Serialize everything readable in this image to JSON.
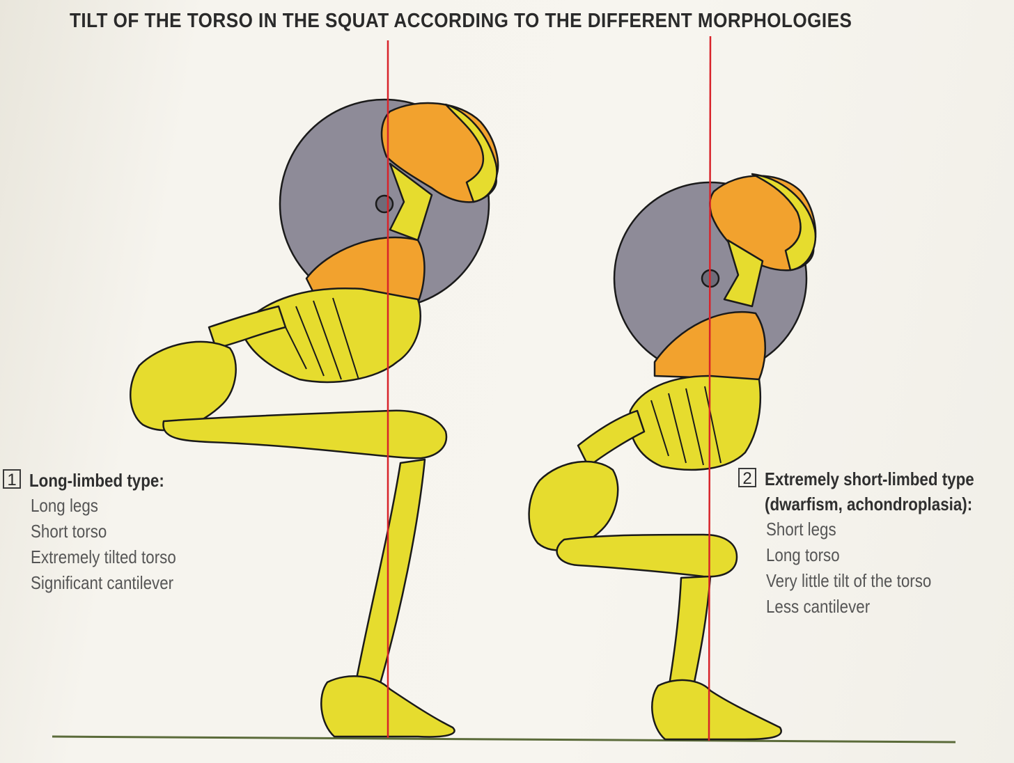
{
  "title": "TILT OF THE TORSO IN THE SQUAT ACCORDING TO THE DIFFERENT MORPHOLOGIES",
  "colors": {
    "bone": "#e6dc2e",
    "highlight": "#f2a22e",
    "plate": "#8e8b98",
    "balance_line": "#d8232a",
    "ground": "#5b6b3a",
    "outline": "#1a1a1a"
  },
  "figures": [
    {
      "number": "1",
      "type": "Long-limbed type:",
      "items": [
        "Long legs",
        "Short torso",
        "Extremely tilted torso",
        "Significant cantilever"
      ]
    },
    {
      "number": "2",
      "type": "Extremely short-limbed type",
      "type_line2": "(dwarfism, achondroplasia):",
      "items": [
        "Short legs",
        "Long torso",
        "Very little tilt of the torso",
        "Less cantilever"
      ]
    }
  ]
}
